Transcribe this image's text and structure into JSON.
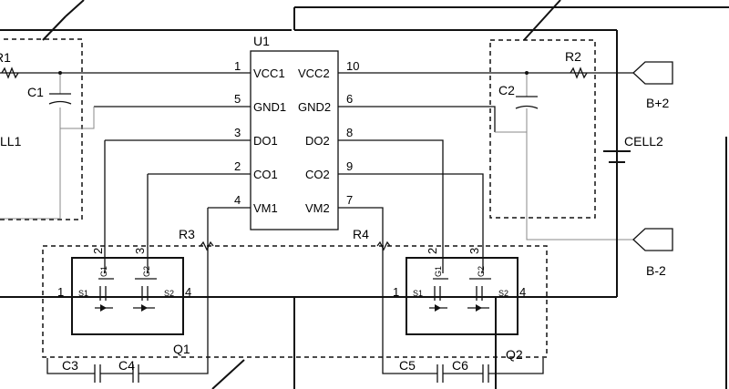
{
  "ic": {
    "ref": "U1",
    "pins": {
      "p1": {
        "num": "1",
        "name": "VCC1"
      },
      "p5": {
        "num": "5",
        "name": "GND1"
      },
      "p3": {
        "num": "3",
        "name": "DO1"
      },
      "p2": {
        "num": "2",
        "name": "CO1"
      },
      "p4": {
        "num": "4",
        "name": "VM1"
      },
      "p10": {
        "num": "10",
        "name": "VCC2"
      },
      "p6": {
        "num": "6",
        "name": "GND2"
      },
      "p8": {
        "num": "8",
        "name": "DO2"
      },
      "p9": {
        "num": "9",
        "name": "CO2"
      },
      "p7": {
        "num": "7",
        "name": "VM2"
      }
    }
  },
  "labels": {
    "r1": "R1",
    "c1": "C1",
    "cell1": "LL1",
    "r2": "R2",
    "c2": "C2",
    "cell2": "CELL2",
    "r3": "R3",
    "r4": "R4",
    "bplus": "B+2",
    "bminus": "B-2",
    "c3": "C3",
    "c4": "C4",
    "c5": "C5",
    "c6": "C6",
    "q1": "Q1",
    "q2": "Q2"
  },
  "mosfet_left": {
    "g1_num": "2",
    "g2_num": "3",
    "g1": "G1",
    "g2": "G2",
    "s1_num": "1",
    "s2_num": "4",
    "s1": "S1",
    "s2": "S2"
  },
  "mosfet_right": {
    "g1_num": "2",
    "g2_num": "3",
    "g1": "G1",
    "g2": "G2",
    "s1_num": "1",
    "s2_num": "4",
    "s1": "S1",
    "s2": "S2"
  }
}
